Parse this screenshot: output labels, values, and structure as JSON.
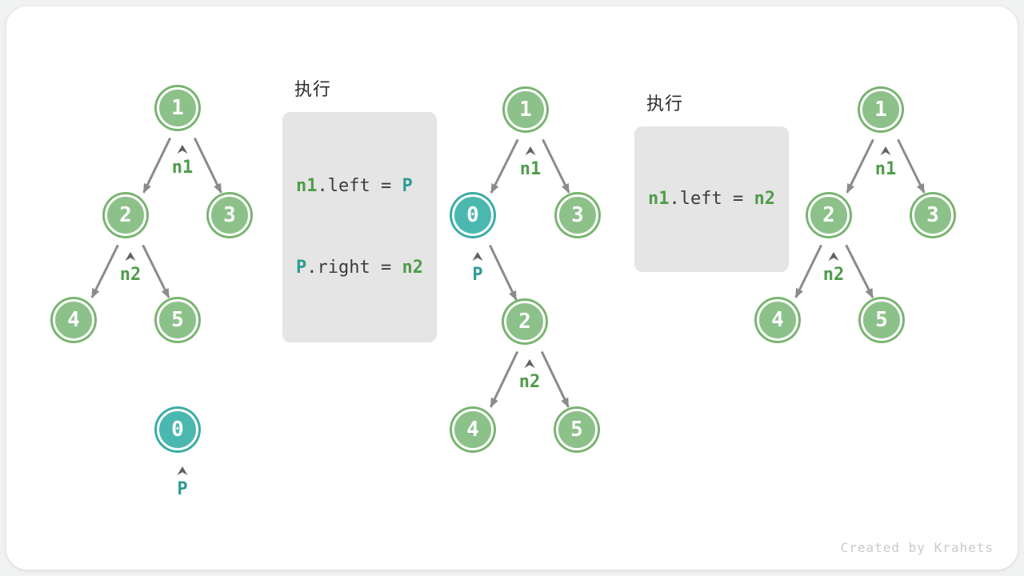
{
  "figure": {
    "watermark": "Created by Krahets"
  },
  "colors": {
    "node_green_fill": "#8cc18a",
    "node_green_border": "#79b470",
    "node_teal_fill": "#4bb8b0",
    "node_teal_border": "#3aada5",
    "pointer_green": "#4e9d4a",
    "pointer_teal": "#2d9c94",
    "edge_gray": "#8b8b8b",
    "transition_arrow_gray": "#bdbdbd",
    "code_background": "#e5e5e5",
    "code_text": "#3c3c3c"
  },
  "icons": {
    "caret": "caret-up-icon",
    "transition": "right-block-arrow-icon"
  },
  "panels": [
    {
      "exec_label": "执行",
      "code_lines": [
        {
          "t1": "n1",
          "t2": ".left = ",
          "t3": "P"
        },
        {
          "t1": "P",
          "t2": ".right = ",
          "t3": "n2"
        }
      ]
    },
    {
      "exec_label": "执行",
      "code_lines": [
        {
          "t1": "n1",
          "t2": ".left = ",
          "t3": "n2"
        }
      ]
    }
  ],
  "trees": [
    {
      "nodes": [
        {
          "value": "1"
        },
        {
          "value": "2"
        },
        {
          "value": "3"
        },
        {
          "value": "4"
        },
        {
          "value": "5"
        },
        {
          "value": "0"
        }
      ],
      "pointers": [
        {
          "label": "n1"
        },
        {
          "label": "n2"
        },
        {
          "label": "P"
        }
      ]
    },
    {
      "nodes": [
        {
          "value": "1"
        },
        {
          "value": "0"
        },
        {
          "value": "3"
        },
        {
          "value": "2"
        },
        {
          "value": "4"
        },
        {
          "value": "5"
        }
      ],
      "pointers": [
        {
          "label": "n1"
        },
        {
          "label": "P"
        },
        {
          "label": "n2"
        }
      ]
    },
    {
      "nodes": [
        {
          "value": "1"
        },
        {
          "value": "2"
        },
        {
          "value": "3"
        },
        {
          "value": "4"
        },
        {
          "value": "5"
        }
      ],
      "pointers": [
        {
          "label": "n1"
        },
        {
          "label": "n2"
        }
      ]
    }
  ]
}
